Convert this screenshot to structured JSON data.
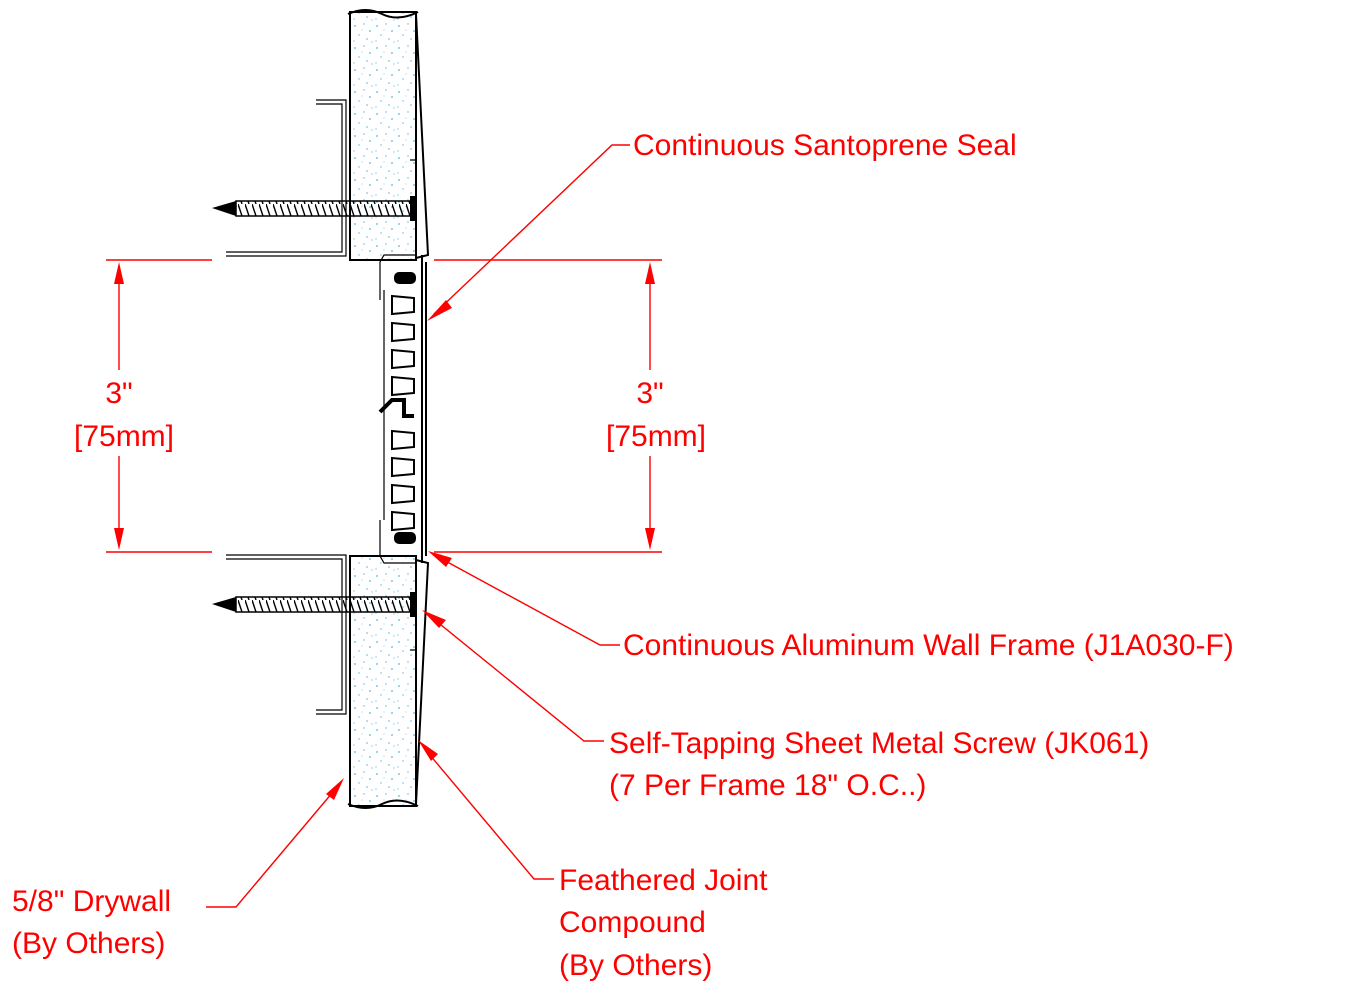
{
  "labels": {
    "seal": "Continuous Santoprene Seal",
    "frame": "Continuous Aluminum Wall Frame  (J1A030-F)",
    "screw_line1": "Self-Tapping Sheet Metal Screw (JK061)",
    "screw_line2": "(7 Per Frame 18\" O.C..)",
    "drywall_line1": "5/8\"  Drywall",
    "drywall_line2": "(By Others)",
    "compound_line1": "Feathered Joint",
    "compound_line2": "Compound",
    "compound_line3": "(By Others)"
  },
  "dimensions": {
    "left": {
      "inches": "3\"",
      "mm": "[75mm]"
    },
    "right": {
      "inches": "3\"",
      "mm": "[75mm]"
    }
  },
  "colors": {
    "annotation": "#ff0000",
    "linework": "#000000",
    "drywall_speckle": "#5ab4e6"
  }
}
